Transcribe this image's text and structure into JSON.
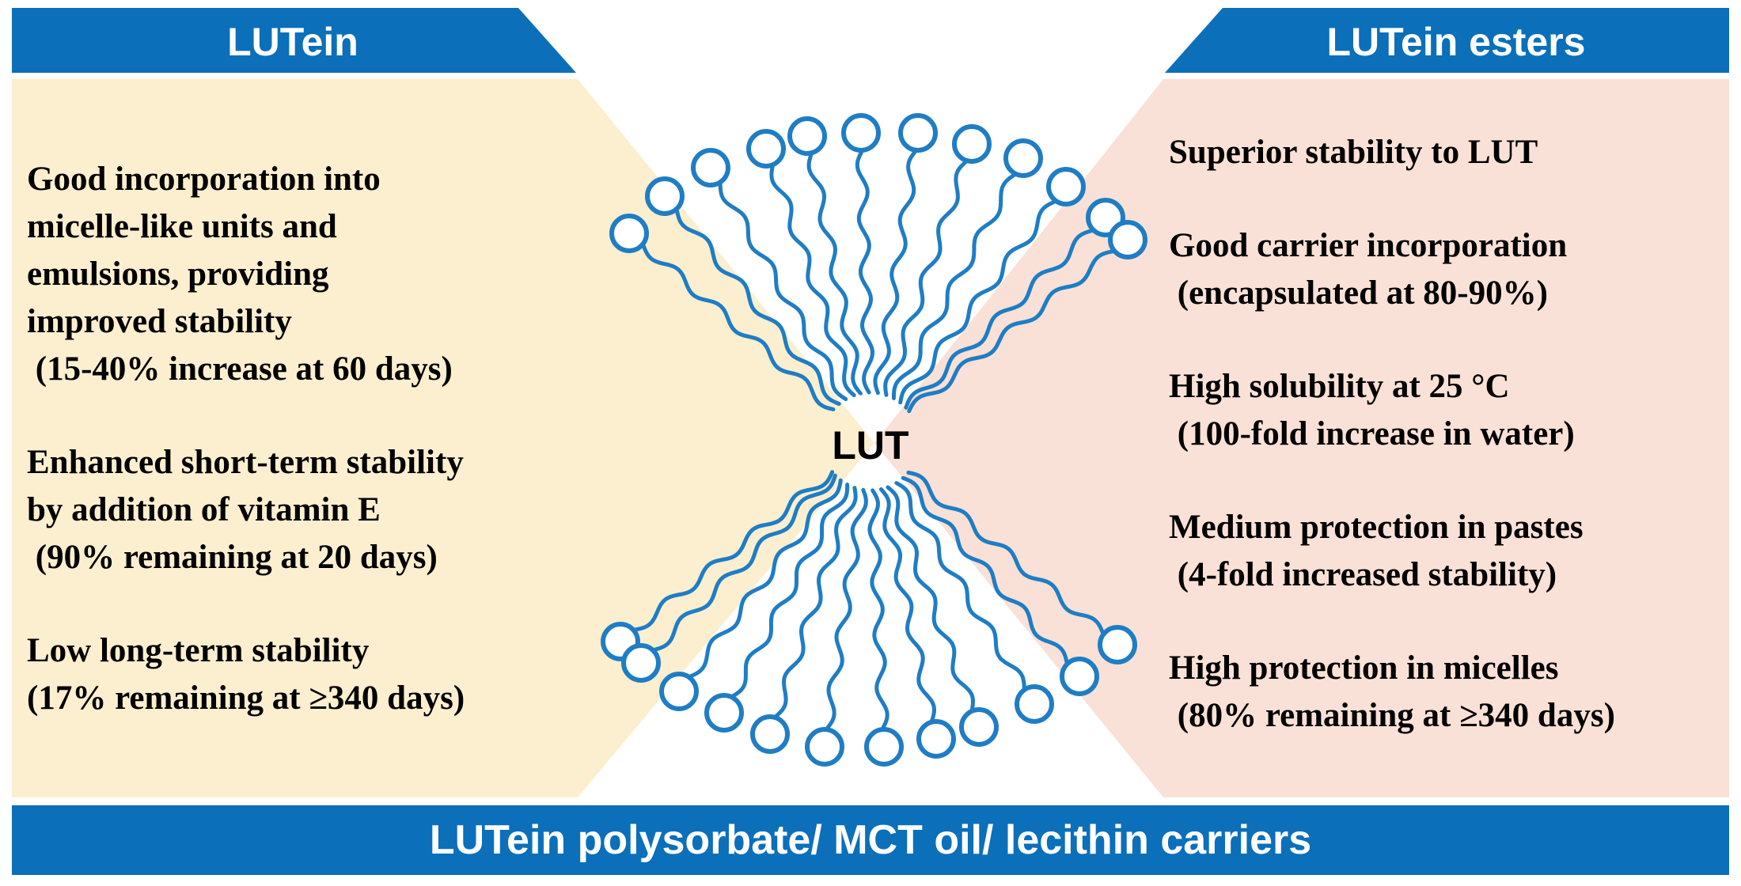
{
  "headers": {
    "left": "LUTein",
    "right": "LUTein esters",
    "bottom": "LUTein polysorbate/ MCT oil/ lecithin carriers"
  },
  "center_label": "LUT",
  "left_column": {
    "items": [
      {
        "lines": [
          "Good incorporation into",
          "micelle-like units and",
          "emulsions, providing",
          "improved stability",
          " (15-40% increase at 60 days)"
        ]
      },
      {
        "lines": [
          "Enhanced short-term stability",
          "by addition of vitamin E",
          " (90% remaining at 20 days)"
        ]
      },
      {
        "lines": [
          "Low long-term stability",
          "(17% remaining at ≥340 days)"
        ]
      }
    ]
  },
  "right_column": {
    "items": [
      {
        "lines": [
          "Superior stability to LUT"
        ]
      },
      {
        "lines": [
          "Good carrier incorporation",
          " (encapsulated at 80-90%)"
        ]
      },
      {
        "lines": [
          "High solubility at 25 °C",
          " (100-fold increase in water)"
        ]
      },
      {
        "lines": [
          "Medium protection in pastes",
          " (4-fold increased stability)"
        ]
      },
      {
        "lines": [
          "High protection in micelles",
          " (80% remaining at ≥340 days)"
        ]
      }
    ]
  },
  "colors": {
    "banner_blue": "#0b6fba",
    "lipid_blue": "#1f7dc4",
    "left_panel": "#fcefcf",
    "right_panel": "#f9e1d7",
    "text": "#000000",
    "banner_text": "#ffffff"
  },
  "icons": {
    "lipid_head": "circle-head",
    "lipid_tail": "wavy-tail"
  }
}
